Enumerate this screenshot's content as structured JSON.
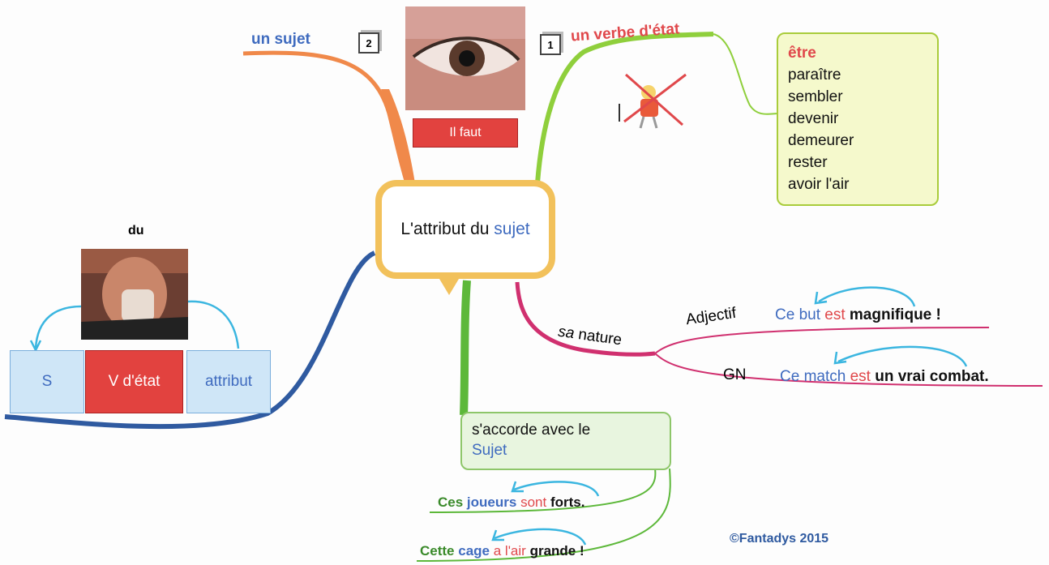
{
  "center": {
    "text_prefix": "L'attribut du",
    "text_highlight": "sujet"
  },
  "branches": {
    "un_sujet": {
      "label": "un sujet",
      "dice": "2"
    },
    "verbe_etat": {
      "label": "un verbe d'état",
      "dice": "1"
    },
    "nature": {
      "label_italic": "sa",
      "label_rest": "nature"
    }
  },
  "il_faut": "Il faut",
  "verbs": [
    "être",
    "paraître",
    "sembler",
    "devenir",
    "demeurer",
    "rester",
    "avoir l'air"
  ],
  "schema": {
    "top_label": "du",
    "cells": [
      "S",
      "V d'état",
      "attribut"
    ]
  },
  "nature_items": {
    "adjectif": {
      "label": "Adjectif",
      "sujet": "Ce but",
      "verbe": "est",
      "attribut": "magnifique !"
    },
    "gn": {
      "label": "GN",
      "sujet": "Ce match",
      "verbe": "est",
      "attribut": "un vrai combat."
    }
  },
  "accord": {
    "line1": "s'accorde avec le",
    "line2": "Sujet",
    "ex1": {
      "det": "Ces",
      "sujet": "joueurs",
      "verbe": "sont",
      "attribut": "forts",
      "end": "."
    },
    "ex2": {
      "det": "Cette",
      "sujet": "cage",
      "verbe": "a l'air",
      "attribut": "grande",
      "end": "!"
    }
  },
  "copyright": "©Fantadys 2015",
  "colors": {
    "orange_branch": "#f0894a",
    "green_branch": "#8fcf3c",
    "blue_branch": "#2f5aa0",
    "pink_branch": "#d0306f",
    "dark_green_branch": "#5db83a",
    "arrow": "#3bb6e0",
    "center_border": "#f2c15b",
    "red": "#e0484b",
    "blue_text": "#3f6bbf"
  }
}
